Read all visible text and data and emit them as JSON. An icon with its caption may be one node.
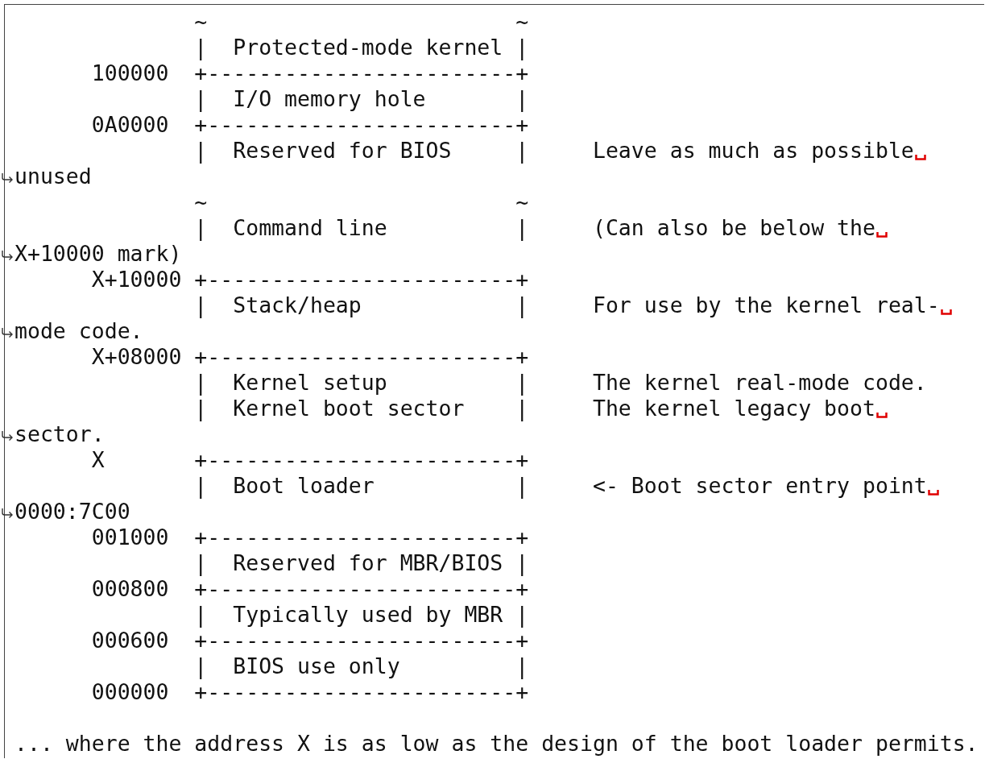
{
  "diagram": {
    "labels": [
      "              ~                        ~",
      "              |  Protected-mode kernel |",
      "      100000  +------------------------+",
      "              |  I/O memory hole       |",
      "      0A0000  +------------------------+",
      "              |  Reserved for BIOS     |     Leave as much as possible",
      "unused",
      "              ~                        ~",
      "              |  Command line          |     (Can also be below the",
      "X+10000 mark)",
      "      X+10000 +------------------------+",
      "              |  Stack/heap            |     For use by the kernel real-",
      "mode code.",
      "      X+08000 +------------------------+",
      "              |  Kernel setup          |     The kernel real-mode code.",
      "              |  Kernel boot sector    |     The kernel legacy boot",
      "sector.",
      "      X       +------------------------+",
      "              |  Boot loader           |     <- Boot sector entry point",
      "0000:7C00",
      "      001000  +------------------------+",
      "              |  Reserved for MBR/BIOS |",
      "      000800  +------------------------+",
      "              |  Typically used by MBR |",
      "      000600  +------------------------+",
      "              |  BIOS use only         |",
      "      000000  +------------------------+",
      "... where the address X is as low as the design of the boot loader permits."
    ]
  }
}
